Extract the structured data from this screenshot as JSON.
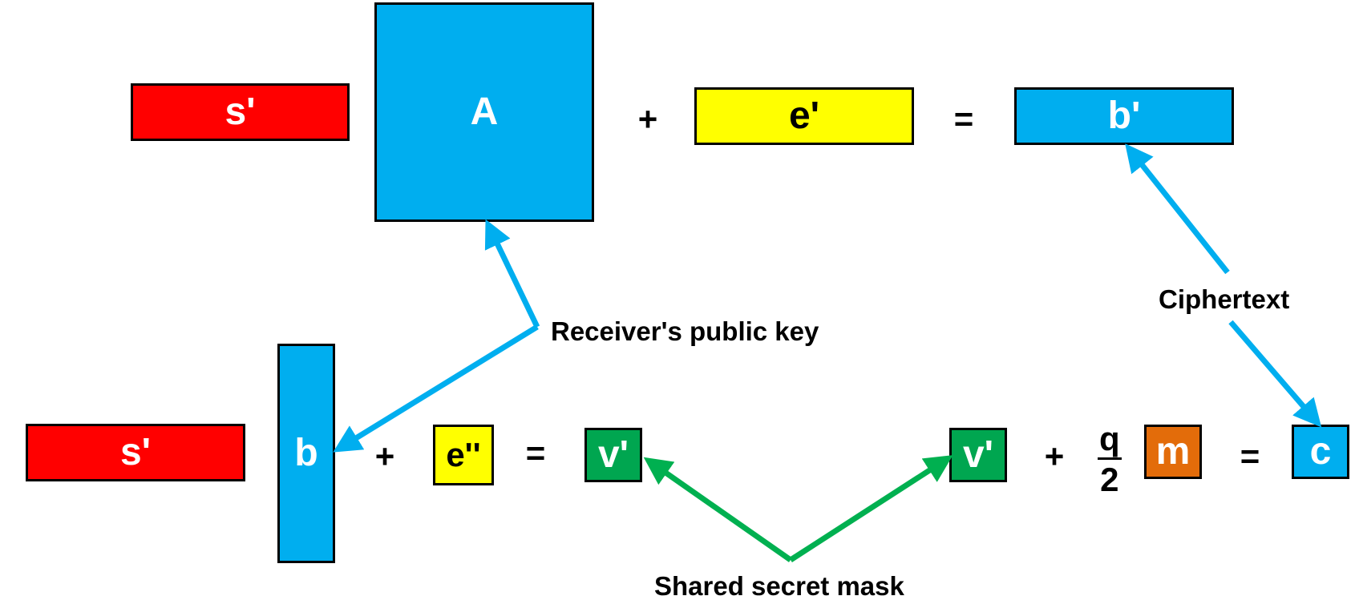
{
  "colors": {
    "red": "#ff0000",
    "blue": "#00aeef",
    "yellow": "#ffff00",
    "green": "#00a650",
    "orange": "#e36c0a",
    "arrow_blue": "#00aeef",
    "arrow_green": "#00b050"
  },
  "row1": {
    "s_prime": "s'",
    "A": "A",
    "plus": "+",
    "e_prime": "e'",
    "equals": "=",
    "b_prime": "b'"
  },
  "row2": {
    "s_prime": "s'",
    "b": "b",
    "plus1": "+",
    "e_double_prime": "e''",
    "equals1": "=",
    "v_prime_left": "v'",
    "v_prime_right": "v'",
    "plus2": "+",
    "frac_num": "q",
    "frac_den": "2",
    "m": "m",
    "equals2": "=",
    "c": "c"
  },
  "labels": {
    "receivers_public_key": "Receiver's public key",
    "ciphertext": "Ciphertext",
    "shared_secret_mask": "Shared secret mask"
  }
}
